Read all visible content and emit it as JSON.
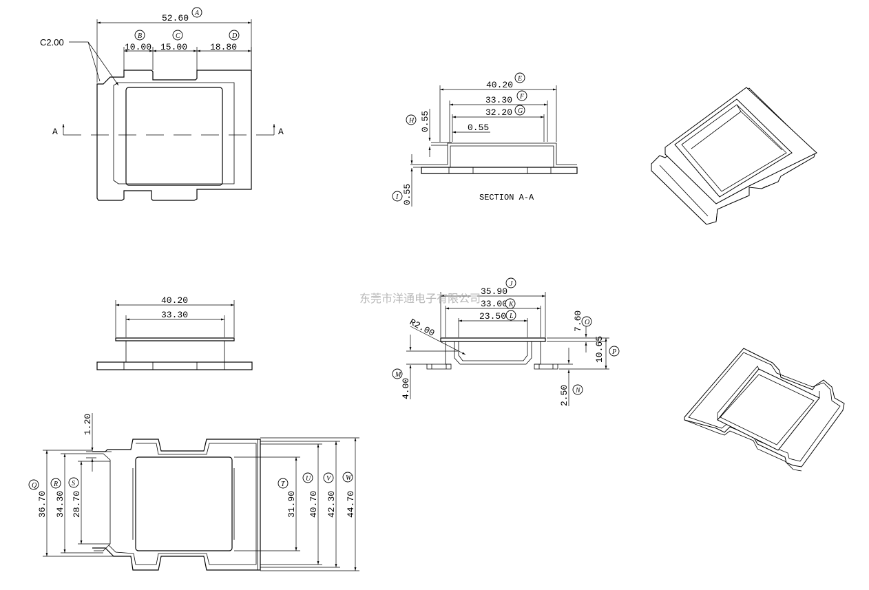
{
  "top_view": {
    "chamfer": "C2.00",
    "dim_A": "52.60",
    "dim_B": "10.00",
    "dim_C": "15.00",
    "dim_D": "18.80",
    "section_mark": "A",
    "tag_A": "A",
    "tag_B": "B",
    "tag_C": "C",
    "tag_D": "D"
  },
  "section_view": {
    "title": "SECTION A-A",
    "dim_E": "40.20",
    "dim_F": "33.30",
    "dim_G": "32.20",
    "dim_H": "0.55",
    "dim_inner": "0.55",
    "dim_I": "0.55",
    "tag_E": "E",
    "tag_F": "F",
    "tag_G": "G",
    "tag_H": "H",
    "tag_I": "I"
  },
  "front_view": {
    "dim_outer": "40.20",
    "dim_inner": "33.30"
  },
  "side_view": {
    "radius": "R2.00",
    "dim_J": "35.90",
    "dim_K": "33.00",
    "dim_L": "23.50",
    "dim_O": "7.60",
    "dim_P": "10.65",
    "dim_M": "4.00",
    "dim_N": "2.50",
    "tag_J": "J",
    "tag_K": "K",
    "tag_L": "L",
    "tag_M": "M",
    "tag_N": "N",
    "tag_O": "O",
    "tag_P": "P"
  },
  "bottom_view": {
    "dim_top": "1.20",
    "dim_Q": "36.70",
    "dim_R": "34.30",
    "dim_S": "28.70",
    "dim_T": "31.90",
    "dim_U": "40.70",
    "dim_V": "42.30",
    "dim_W": "44.70",
    "tag_Q": "Q",
    "tag_R": "R",
    "tag_S": "S",
    "tag_T": "T",
    "tag_U": "U",
    "tag_V": "V",
    "tag_W": "W"
  },
  "watermark": "东莞市洋通电子有限公司"
}
